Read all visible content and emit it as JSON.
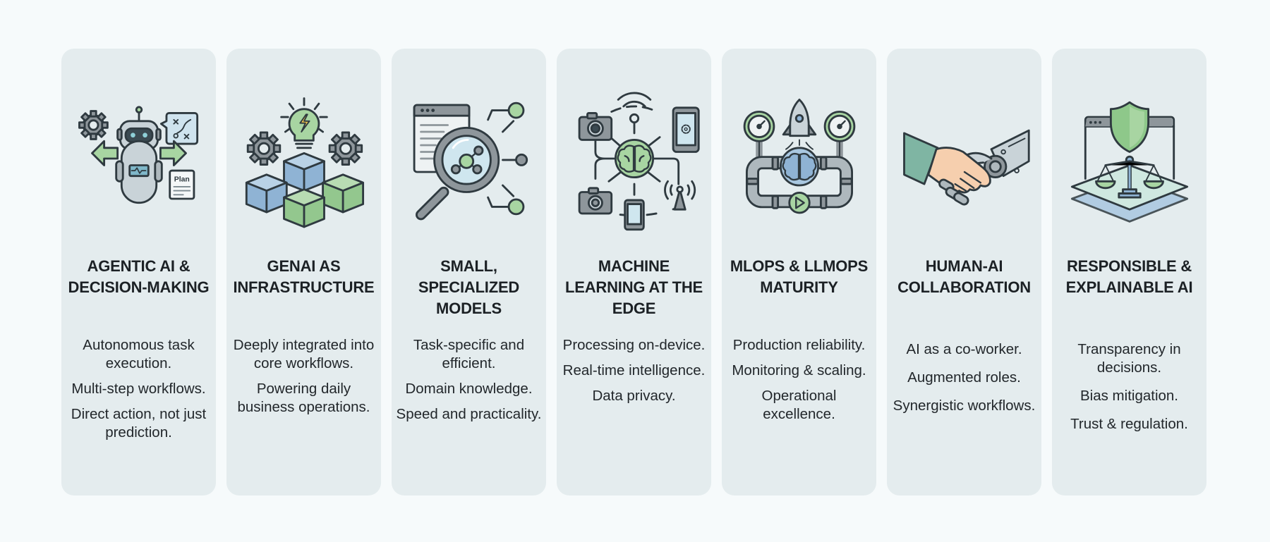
{
  "colors": {
    "background": "#f6fafb",
    "card": "#e4ecee",
    "accent_green": "#a8d5a2",
    "accent_blue": "#a9c7e0",
    "accent_gray": "#8e969b",
    "outline": "#2f3a40"
  },
  "cards": [
    {
      "icon": "robot-agent-icon",
      "title": "AGENTIC AI & DECISION-MAKING",
      "icon_text": "Plan",
      "bullets": [
        "Autonomous task execution.",
        "Multi-step workflows.",
        "Direct action, not just prediction."
      ]
    },
    {
      "icon": "lightbulb-cubes-icon",
      "title": "GENAI AS INFRASTRUCTURE",
      "bullets": [
        "Deeply integrated into core workflows.",
        "Powering daily business operations."
      ]
    },
    {
      "icon": "magnifier-network-icon",
      "title": "SMALL, SPECIALIZED MODELS",
      "bullets": [
        "Task-specific and efficient.",
        "Domain knowledge.",
        "Speed and practicality."
      ]
    },
    {
      "icon": "edge-devices-brain-icon",
      "title": "MACHINE LEARNING AT THE EDGE",
      "bullets": [
        "Processing on-device.",
        "Real-time intelligence.",
        "Data privacy."
      ]
    },
    {
      "icon": "pipeline-rocket-icon",
      "title": "MLOPS & LLMOPS MATURITY",
      "bullets": [
        "Production reliability.",
        "Monitoring & scaling.",
        "Operational excellence."
      ]
    },
    {
      "icon": "handshake-robot-icon",
      "title": "HUMAN-AI COLLABORATION",
      "bullets": [
        "AI as a co-worker.",
        "Augmented roles.",
        "Synergistic workflows."
      ]
    },
    {
      "icon": "shield-scales-icon",
      "title": "RESPONSIBLE & EXPLAINABLE AI",
      "bullets": [
        "Transparency in decisions.",
        "Bias mitigation.",
        "Trust & regulation."
      ]
    }
  ]
}
